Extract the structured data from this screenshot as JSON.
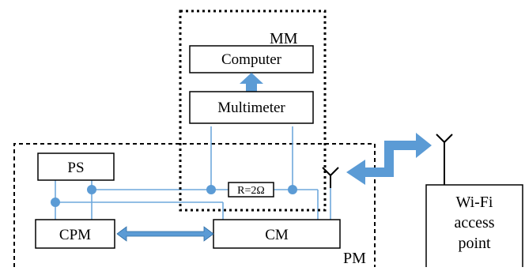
{
  "diagram": {
    "groups": {
      "mm": "MM",
      "pm": "PM"
    },
    "blocks": {
      "computer": "Computer",
      "multimeter": "Multimeter",
      "ps": "PS",
      "cpm": "CPM",
      "cm": "CM",
      "wifi_line1": "Wi-Fi",
      "wifi_line2": "access",
      "wifi_line3": "point"
    },
    "resistor": "R=2Ω",
    "colors": {
      "wire": "#6fa8dc",
      "arrow": "#5b9bd5",
      "stroke": "#000000"
    }
  }
}
